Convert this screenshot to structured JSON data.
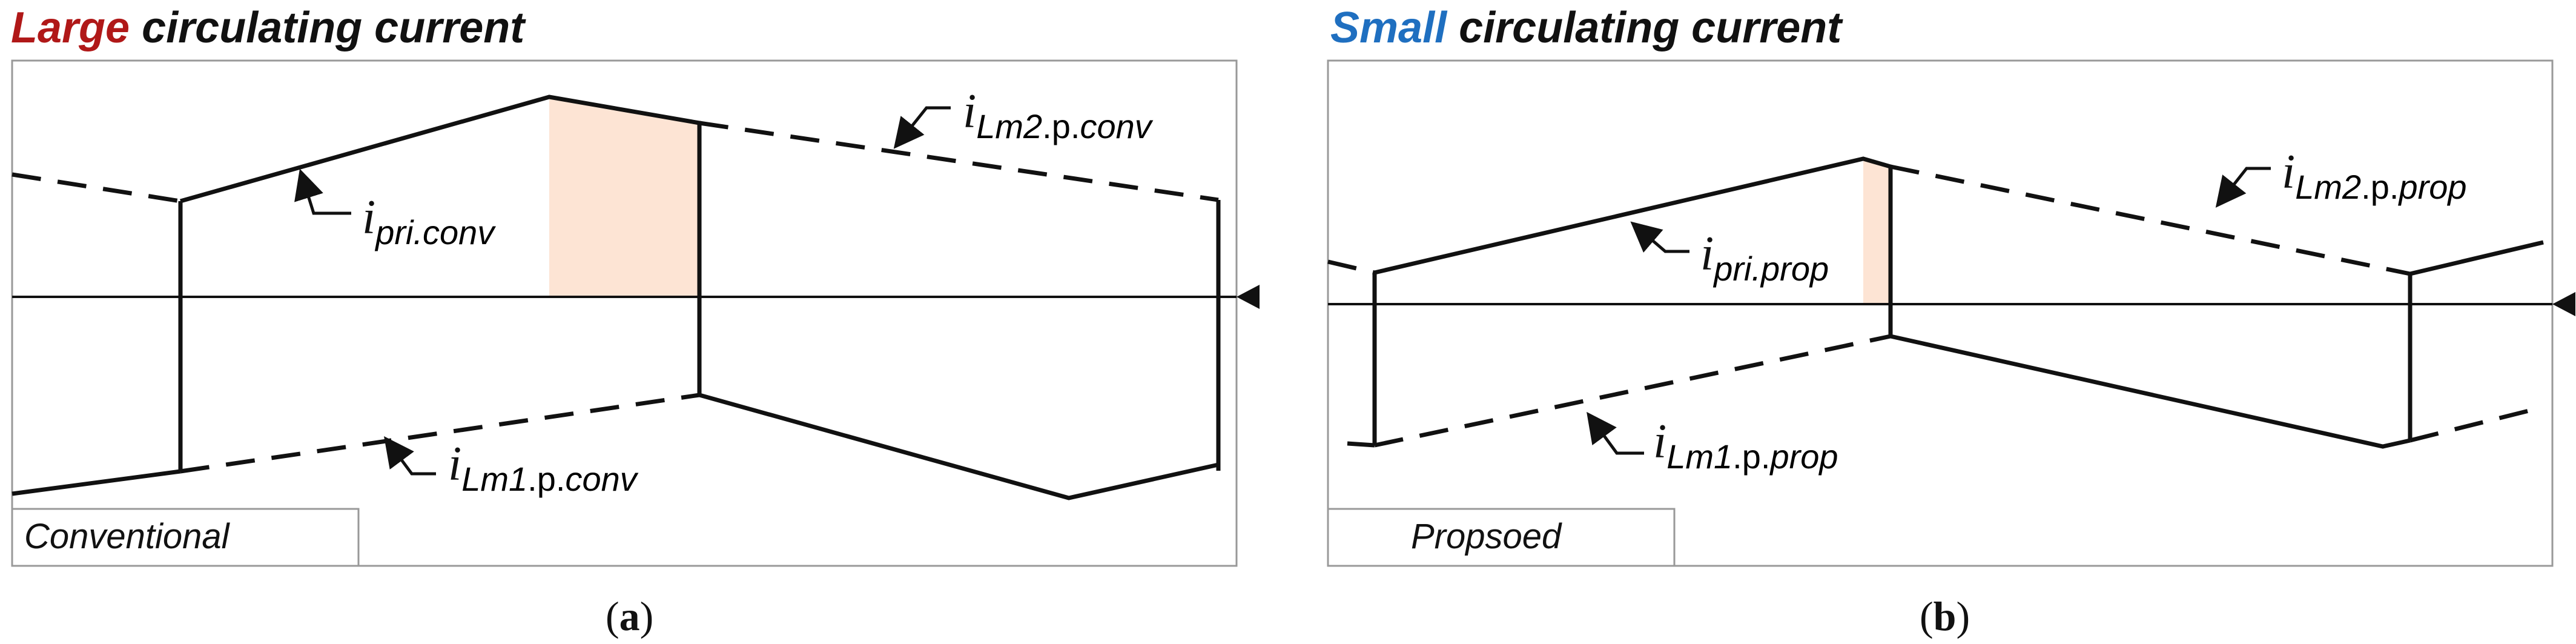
{
  "panel_a": {
    "title_highlight": "Large",
    "title_rest": " circulating current",
    "title_highlight_color": "#b01818",
    "box_label": "Conventional",
    "caption_open": "(",
    "caption_letter": "a",
    "caption_close": ")",
    "labels": {
      "pri": {
        "i": "i",
        "sub": "pri.conv"
      },
      "lm2": {
        "i": "i",
        "sub_italic_1": "Lm2",
        "sub_upright": ".p.",
        "sub_italic_2": "conv"
      },
      "lm1": {
        "i": "i",
        "sub_italic_1": "Lm1",
        "sub_upright": ".p.",
        "sub_italic_2": "conv"
      }
    }
  },
  "panel_b": {
    "title_highlight": "Small",
    "title_rest": " circulating current",
    "title_highlight_color": "#1f6fc0",
    "box_label": "Propsoed",
    "caption_open": "(",
    "caption_letter": "b",
    "caption_close": ")",
    "labels": {
      "pri": {
        "i": "i",
        "sub": "pri.prop"
      },
      "lm2": {
        "i": "i",
        "sub_italic_1": "Lm2",
        "sub_upright": ".p.",
        "sub_italic_2": "prop"
      },
      "lm1": {
        "i": "i",
        "sub_italic_1": "Lm1",
        "sub_upright": ".p.",
        "sub_italic_2": "prop"
      }
    }
  },
  "colors": {
    "shaded_area": "#fde4d4",
    "line": "#111111",
    "frame": "#999999"
  }
}
